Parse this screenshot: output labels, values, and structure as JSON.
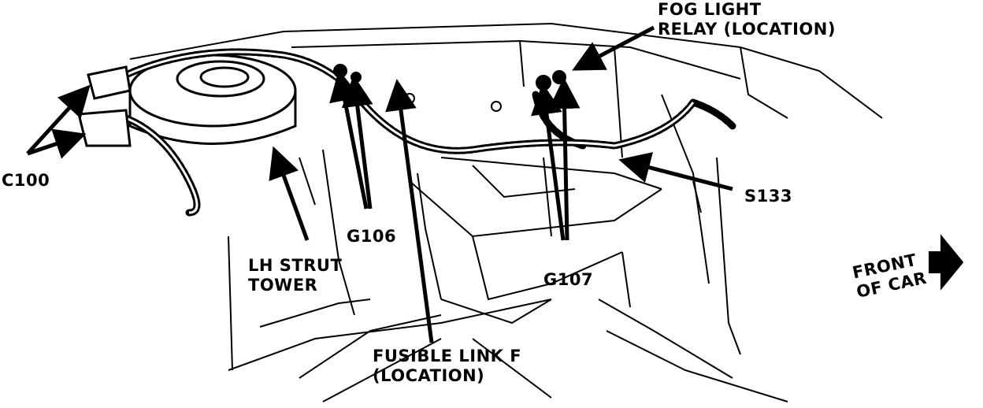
{
  "labels": {
    "fog_relay": [
      "FOG LIGHT",
      "RELAY (LOCATION)"
    ],
    "c100": "C100",
    "g106": "G106",
    "lh_strut": [
      "LH STRUT",
      "TOWER"
    ],
    "s133": "S133",
    "g107": "G107",
    "fusible_link": [
      "FUSIBLE LINK F",
      "(LOCATION)"
    ],
    "front_of_car": [
      "FRONT",
      "OF CAR"
    ]
  },
  "colors": {
    "ink": "#000000",
    "paper": "#ffffff"
  }
}
